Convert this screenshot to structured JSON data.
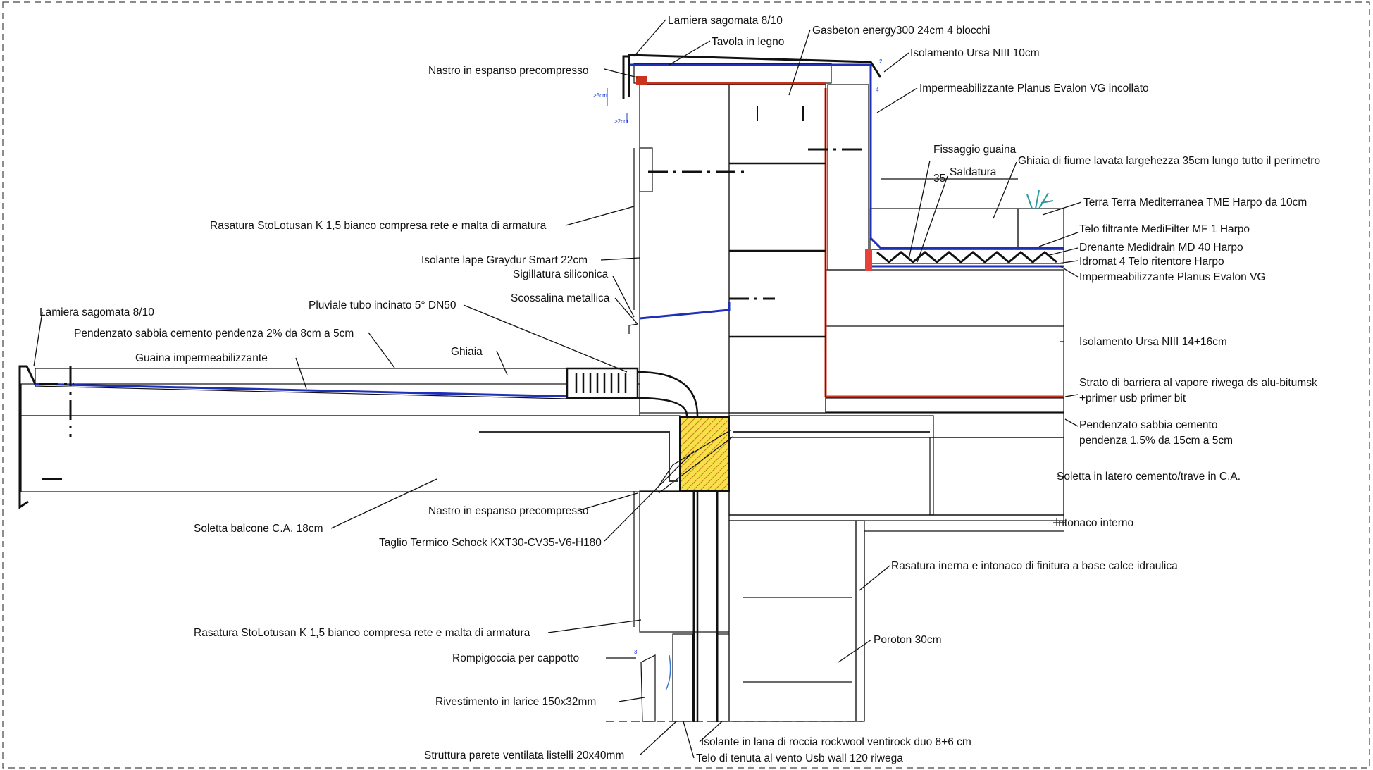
{
  "labels": {
    "lamiera_top": "Lamiera sagomata 8/10",
    "tavola": "Tavola in legno",
    "nastro_top": "Nastro in espanso precompresso",
    "gasbeton": "Gasbeton energy300 24cm 4 blocchi",
    "isol_ursa_10": "Isolamento Ursa NIII 10cm",
    "imperm_incollato": "Impermeabilizzante Planus Evalon VG incollato",
    "fissaggio": "Fissaggio guaina",
    "saldatura": "Saldatura",
    "ghiaia_fiume": "Ghiaia di fiume lavata largehezza 35cm lungo tutto il perimetro",
    "terra": "Terra Terra Mediterranea TME Harpo da 10cm",
    "telo_filtrante": "Telo filtrante MediFilter MF 1 Harpo",
    "drenante": "Drenante Medidrain MD 40 Harpo",
    "idromat": "Idromat 4 Telo ritentore Harpo",
    "imperm_planus": "Impermeabilizzante Planus Evalon VG",
    "rasatura_top": "Rasatura StoLotusan K 1,5 bianco compresa rete e malta di armatura",
    "isolante_lape": "Isolante lape Graydur Smart 22cm",
    "sigillatura": "Sigillatura siliconica",
    "scossalina": "Scossalina metallica",
    "pluviale": "Pluviale tubo incinato 5° DN50",
    "lamiera_left": "Lamiera sagomata 8/10",
    "pendenzato_balcone": "Pendenzato sabbia cemento pendenza 2% da 8cm a 5cm",
    "guaina": "Guaina impermeabilizzante",
    "ghiaia": "Ghiaia",
    "isol_ursa_14": "Isolamento Ursa NIII 14+16cm",
    "barriera_1": "Strato di barriera al vapore riwega ds alu-bitumsk",
    "barriera_2": "+primer usb primer bit",
    "pendenzato_solaio_1": "Pendenzato sabbia cemento",
    "pendenzato_solaio_2": "pendenza 1,5% da 15cm a 5cm",
    "soletta_latero": "Soletta in latero cemento/trave in C.A.",
    "intonaco": "Intonaco interno",
    "nastro_bottom": "Nastro in espanso precompresso",
    "soletta_balcone": "Soletta balcone C.A. 18cm",
    "taglio_termico": "Taglio Termico Schock KXT30-CV35-V6-H180",
    "rasatura_inerna": "Rasatura inerna e intonaco di finitura a base calce idraulica",
    "poroton": "Poroton 30cm",
    "rasatura_bottom": "Rasatura StoLotusan K 1,5 bianco compresa rete e malta di armatura",
    "rompigoccia": "Rompigoccia per cappotto",
    "rivestimento": "Rivestimento in larice 150x32mm",
    "isolante_lana": "Isolante in lana di roccia rockwool ventirock duo 8+6 cm",
    "struttura": "Struttura parete ventilata listelli 20x40mm",
    "telo_tenuta": "Telo di tenuta al vento Usb wall 120 riwega"
  },
  "dimensions": {
    "d35": "35",
    "d5cm": ">5cm",
    "d2cm": ">2cm",
    "d4": "4",
    "d3": "3",
    "d2": "2"
  },
  "colors": {
    "waterproofing": "#1f2fb8",
    "vapor_barrier": "#c8341e",
    "wood": "#e5752a",
    "insulation_yellow": "#f7e04a",
    "poroton": "#f0a262",
    "larch": "#d9a86a"
  }
}
